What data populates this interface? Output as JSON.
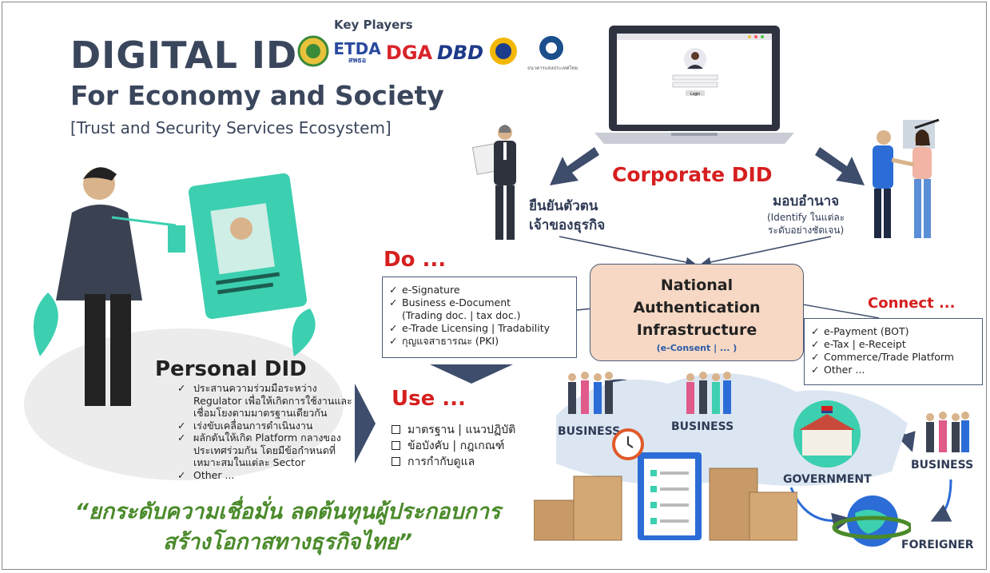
{
  "header": {
    "title": "DIGITAL ID",
    "subtitle": "For Economy and Society",
    "tagline": "[Trust and Security Services Ecosystem]",
    "key_players_label": "Key Players",
    "logos": [
      "ETDA",
      "DGA",
      "DBD"
    ],
    "etda_sub": "สพธอ",
    "bot_caption": "ธนาคารแห่งประเทศไทย"
  },
  "corporate": {
    "heading": "Corporate DID",
    "verify_line1": "ยืนยันตัวตน",
    "verify_line2": "เจ้าของธุรกิจ",
    "delegate_title": "มอบอำนาจ",
    "delegate_note1": "(Identify ในแต่ละ",
    "delegate_note2": "ระดับอย่างชัดเจน)",
    "login_button": "Login"
  },
  "do": {
    "heading": "Do ...",
    "items": [
      "e-Signature",
      "Business e-Document",
      "(Trading doc. | tax doc.)",
      "e-Trade Licensing | Tradability",
      "กุญแจสาธารณะ (PKI)"
    ]
  },
  "nai": {
    "line1": "National",
    "line2": "Authentication",
    "line3": "Infrastructure",
    "sub": "(e-Consent | ... )"
  },
  "connect": {
    "heading": "Connect ...",
    "items": [
      "e-Payment (BOT)",
      "e-Tax | e-Receipt",
      "Commerce/Trade Platform",
      "Other ..."
    ]
  },
  "personal": {
    "heading": "Personal DID",
    "items": [
      "ประสานความร่วมมือระหว่าง Regulator เพื่อให้เกิดการใช้งานและเชื่อมโยงตามมาตรฐานเดียวกัน",
      "เร่งขับเคลื่อนการดำเนินงาน",
      "ผลักดันให้เกิด Platform กลางของประเทศร่วมกัน โดยมีข้อกำหนดที่เหมาะสมในแต่ละ Sector",
      "Other ..."
    ]
  },
  "use": {
    "heading": "Use ...",
    "items": [
      "มาตรฐาน | แนวปฏิบัติ",
      "ข้อบังคับ | กฎเกณฑ์",
      "การกำกับดูแล"
    ]
  },
  "flow": {
    "business1": "BUSINESS",
    "business2": "BUSINESS",
    "government": "GOVERNMENT",
    "business3": "BUSINESS",
    "foreigner": "FOREIGNER"
  },
  "quote": {
    "line1": "“ยกระดับความเชื่อมั่น ลดต้นทุนผู้ประกอบการ",
    "line2": "สร้างโอกาสทางธุรกิจไทย”"
  },
  "colors": {
    "navy": "#3a465c",
    "red": "#d61f1f",
    "green": "#4a8a2a",
    "teal": "#3ccfb0",
    "peach": "#f6d8c4"
  }
}
